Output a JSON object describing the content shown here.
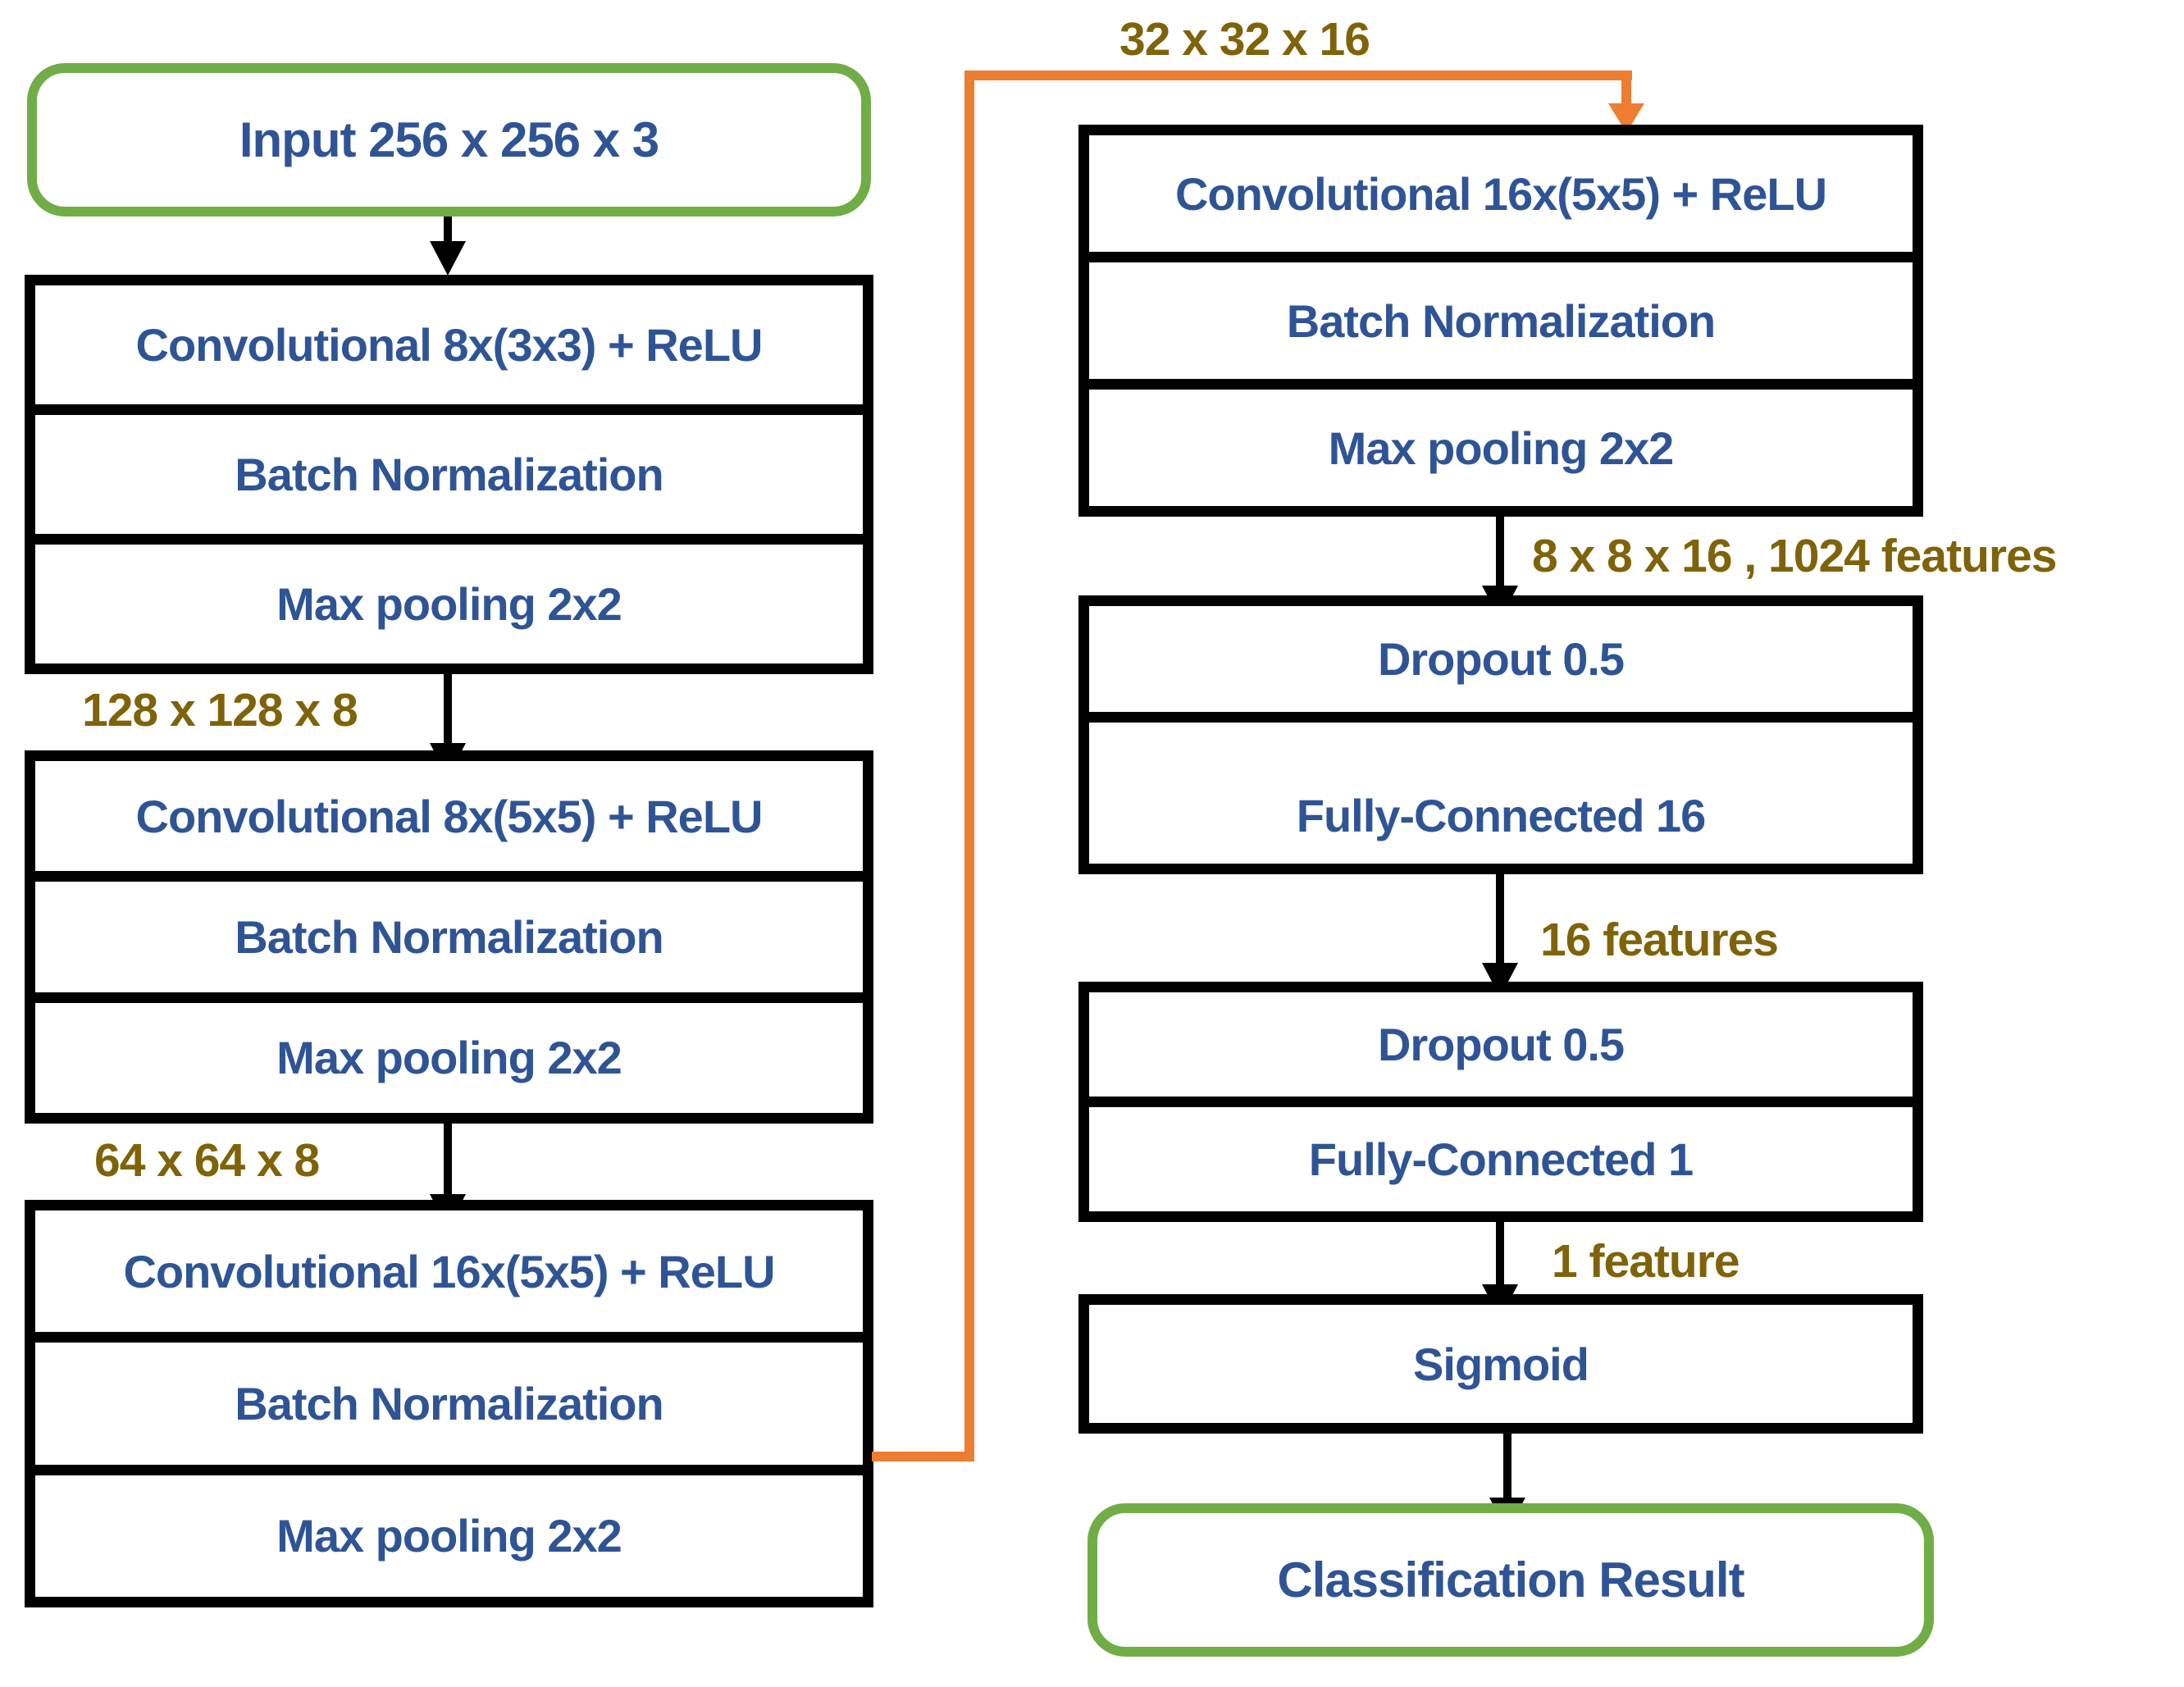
{
  "colors": {
    "text_blue": "#2F5496",
    "label_gold": "#7F6309",
    "terminal_green": "#70AD47",
    "skip_orange": "#ED7D31",
    "border_black": "#000000"
  },
  "nodes": {
    "input": "Input 256 x 256 x 3",
    "block1": [
      "Convolutional 8x(3x3) + ReLU",
      "Batch Normalization",
      "Max pooling 2x2"
    ],
    "dim_after_block1": "128 x 128 x 8",
    "block2": [
      "Convolutional 8x(5x5) + ReLU",
      "Batch Normalization",
      "Max pooling 2x2"
    ],
    "dim_after_block2": "64 x 64 x 8",
    "block3": [
      "Convolutional 16x(5x5) + ReLU",
      "Batch Normalization",
      "Max pooling 2x2"
    ],
    "skip_dim": "32 x 32 x 16",
    "block4": [
      "Convolutional 16x(5x5) + ReLU",
      "Batch Normalization",
      "Max pooling 2x2"
    ],
    "dim_after_block4": "8 x 8 x 16 , 1024 features",
    "block5": [
      "Dropout 0.5",
      "Fully-Connected 16"
    ],
    "dim_after_block5": "16 features",
    "block6": [
      "Dropout 0.5",
      "Fully-Connected 1"
    ],
    "dim_after_block6": "1 feature",
    "block7": [
      "Sigmoid"
    ],
    "output": "Classification Result"
  }
}
